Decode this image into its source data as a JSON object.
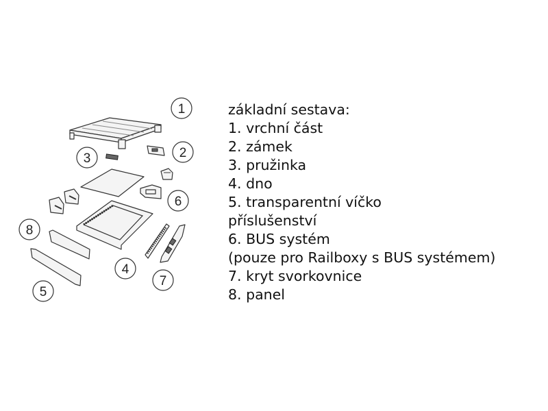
{
  "legend": {
    "lines": [
      "základní sestava:",
      "1. vrchní část",
      "2. zámek",
      "3. pružinka",
      "4. dno",
      "5. transparentní víčko",
      "příslušenství",
      "6. BUS systém",
      "(pouze pro Railboxy s BUS systémem)",
      "7. kryt svorkovnice",
      "8. panel"
    ]
  },
  "callouts": [
    "1",
    "2",
    "3",
    "4",
    "5",
    "6",
    "7",
    "8"
  ]
}
